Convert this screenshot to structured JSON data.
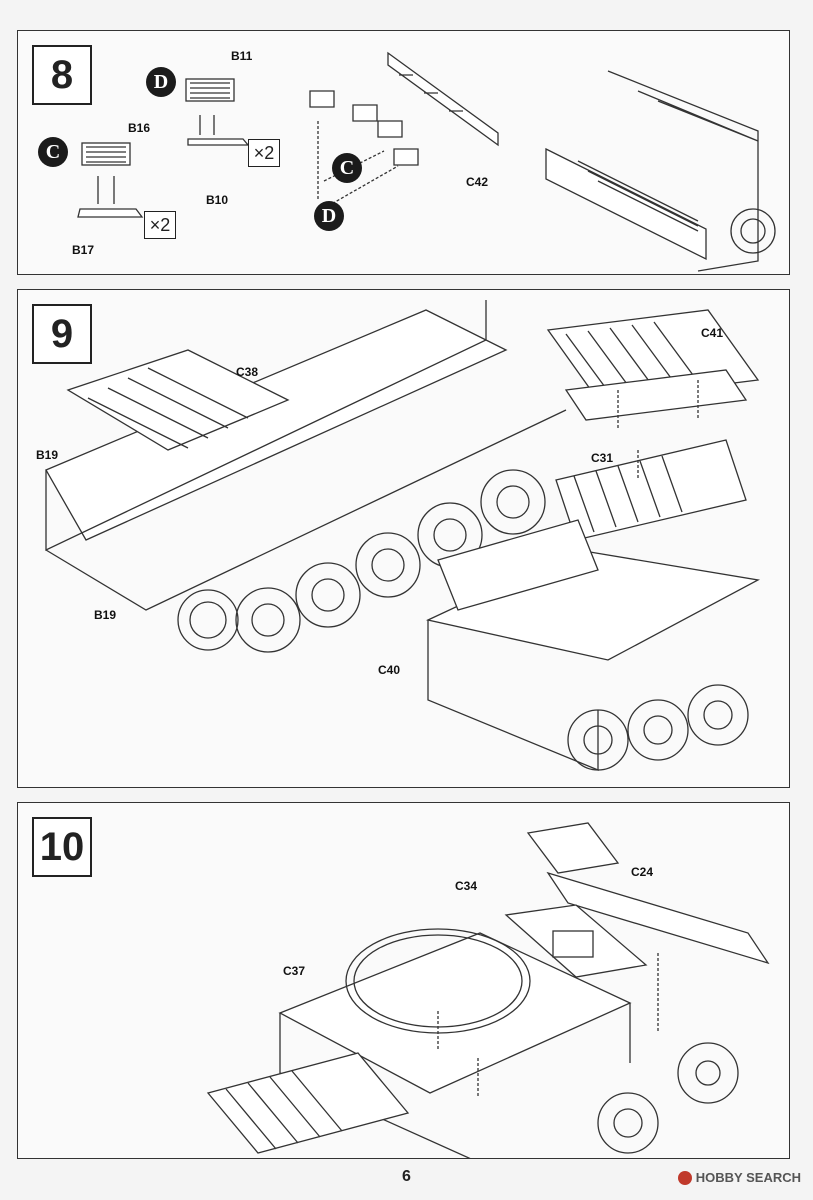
{
  "steps": [
    {
      "number": "8",
      "labels": {
        "b11": "B11",
        "b16": "B16",
        "b10": "B10",
        "b17": "B17",
        "c42": "C42"
      },
      "callouts": {
        "c": "C",
        "d": "D"
      },
      "multipliers": {
        "a": "×2",
        "b": "×2"
      }
    },
    {
      "number": "9",
      "labels": {
        "c41": "C41",
        "c38": "C38",
        "b19a": "B19",
        "b19b": "B19",
        "c31": "C31",
        "c40": "C40"
      }
    },
    {
      "number": "10",
      "labels": {
        "c34": "C34",
        "c24": "C24",
        "c37": "C37"
      }
    }
  ],
  "page_number": "6",
  "watermark": "HOBBY SEARCH"
}
